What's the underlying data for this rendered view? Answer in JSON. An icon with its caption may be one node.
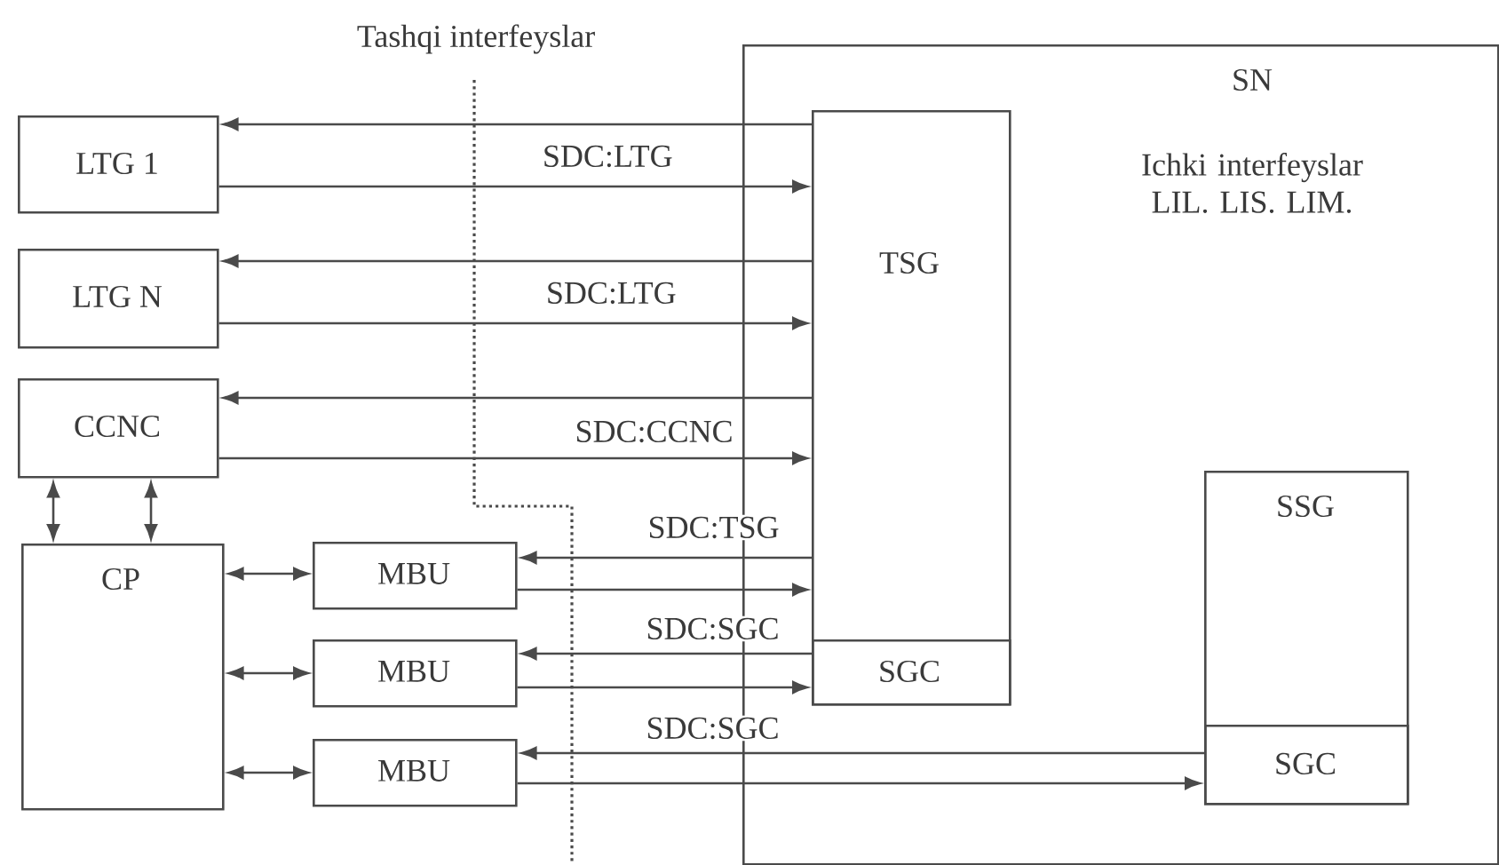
{
  "diagram": {
    "nodes": [
      {
        "text": [
          "SN",
          "Ichki interfeyslar LIL. LIS. LIM."
        ]
      },
      {
        "text": [
          "LTG 1"
        ]
      },
      {
        "text": [
          "LTG N"
        ]
      },
      {
        "text": [
          "CCNC"
        ]
      },
      {
        "text": [
          "CP"
        ]
      },
      {
        "text": [
          "MBU"
        ]
      },
      {
        "text": [
          "MBU"
        ]
      },
      {
        "text": [
          "MBU"
        ]
      },
      {
        "text": [
          "TSG"
        ],
        "in": 0
      },
      {
        "text": [
          "SGC"
        ],
        "in": 8
      },
      {
        "text": [
          "SSG"
        ],
        "in": 0
      },
      {
        "text": [
          "SGC"
        ],
        "in": 10
      }
    ],
    "edges": [
      {
        "from": 8,
        "to": 1,
        "arrow": "to"
      },
      {
        "from": 1,
        "to": 8,
        "arrow": "to",
        "label": "SDC:LTG"
      },
      {
        "from": 8,
        "to": 2,
        "arrow": "to"
      },
      {
        "from": 2,
        "to": 8,
        "arrow": "to",
        "label": "SDC:LTG"
      },
      {
        "from": 8,
        "to": 3,
        "arrow": "to"
      },
      {
        "from": 3,
        "to": 8,
        "arrow": "to",
        "label": "SDC:CCNC"
      },
      {
        "from": 3,
        "to": 4,
        "arrow": "both"
      },
      {
        "from": 3,
        "to": 4,
        "arrow": "both"
      },
      {
        "from": 4,
        "to": 5,
        "arrow": "both"
      },
      {
        "from": 4,
        "to": 6,
        "arrow": "both"
      },
      {
        "from": 4,
        "to": 7,
        "arrow": "both"
      },
      {
        "from": 8,
        "to": 5,
        "arrow": "to",
        "label": "SDC:TSG"
      },
      {
        "from": 5,
        "to": 8,
        "arrow": "to"
      },
      {
        "from": 9,
        "to": 6,
        "arrow": "to",
        "label": "SDC:SGC"
      },
      {
        "from": 6,
        "to": 9,
        "arrow": "to"
      },
      {
        "from": 11,
        "to": 7,
        "arrow": "to",
        "label": "SDC:SGC"
      },
      {
        "from": 7,
        "to": 11,
        "arrow": "to"
      }
    ],
    "labels": [
      "Tashqi interfeyslar"
    ]
  }
}
